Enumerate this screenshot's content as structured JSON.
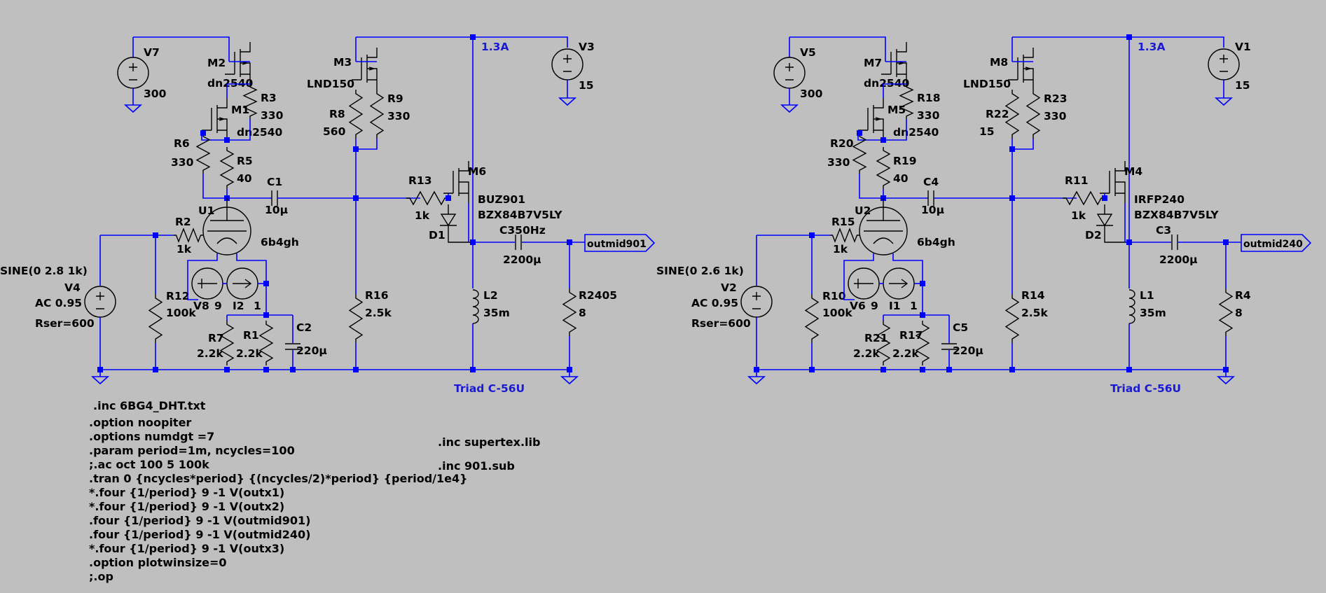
{
  "colors": {
    "background": "#bfbfbf",
    "wire": "#0000ff",
    "component": "#000000",
    "annotation": "#1a1ad2"
  },
  "circuits": [
    {
      "flag_current": "1.3A",
      "transformer": "Triad C-56U",
      "output_label": "outmid901",
      "labels": {
        "V7": "V7",
        "V7_value": "300",
        "M2": "M2",
        "M2_model": "dn2540",
        "R3": "R3",
        "R3_value": "330",
        "M1": "M1",
        "M1_model": "dn2540",
        "R6": "R6",
        "R6_value": "330",
        "R5": "R5",
        "R5_value": "40",
        "M3": "M3",
        "M3_model": "LND150",
        "R8": "R8",
        "R8_value": "560",
        "R9": "R9",
        "R9_value": "330",
        "V3": "V3",
        "V3_value": "15",
        "C1": "C1",
        "C1_value": "10µ",
        "R13": "R13",
        "R13_value": "1k",
        "M6": "M6",
        "M6_model": "BUZ901",
        "D1": "D1",
        "D1_model": "BZX84B7V5LY",
        "C_out": "C350Hz",
        "C_out_value": "2200µ",
        "U1": "U1",
        "U1_model": "6b4gh",
        "R2": "R2",
        "R2_value": "1k",
        "src_value": "SINE(0 2.8 1k)",
        "V4": "V4",
        "ac": "AC 0.95",
        "rser": "Rser=600",
        "R12": "R12",
        "R12_value": "100k",
        "V8": "V8",
        "V8_value": "9",
        "I2": "I2",
        "I2_value": "1",
        "R7": "R7",
        "R7_value": "2.2k",
        "R1": "R1",
        "R1_value": "2.2k",
        "C2": "C2",
        "C2_value": "220µ",
        "R16": "R16",
        "R16_value": "2.5k",
        "L2": "L2",
        "L2_value": "35m",
        "R_load": "R2405",
        "R_load_value": "8"
      }
    },
    {
      "flag_current": "1.3A",
      "transformer": "Triad C-56U",
      "output_label": "outmid240",
      "labels": {
        "V7": "V5",
        "V7_value": "300",
        "M2": "M7",
        "M2_model": "dn2540",
        "R3": "R18",
        "R3_value": "330",
        "M1": "M5",
        "M1_model": "dn2540",
        "R6": "R20",
        "R6_value": "330",
        "R5": "R19",
        "R5_value": "40",
        "M3": "M8",
        "M3_model": "LND150",
        "R8": "R22",
        "R8_value": "15",
        "R9": "R23",
        "R9_value": "330",
        "V3": "V1",
        "V3_value": "15",
        "C1": "C4",
        "C1_value": "10µ",
        "R13": "R11",
        "R13_value": "1k",
        "M6": "M4",
        "M6_model": "IRFP240",
        "D1": "D2",
        "D1_model": "BZX84B7V5LY",
        "C_out": "C3",
        "C_out_value": "2200µ",
        "U1": "U2",
        "U1_model": "6b4gh",
        "R2": "R15",
        "R2_value": "1k",
        "src_value": "SINE(0 2.6 1k)",
        "V4": "V2",
        "ac": "AC 0.95",
        "rser": "Rser=600",
        "R12": "R10",
        "R12_value": "100k",
        "V8": "V6",
        "V8_value": "9",
        "I2": "I1",
        "I2_value": "1",
        "R7": "R21",
        "R7_value": "2.2k",
        "R1": "R17",
        "R1_value": "2.2k",
        "C2": "C5",
        "C2_value": "220µ",
        "R16": "R14",
        "R16_value": "2.5k",
        "L2": "L1",
        "L2_value": "35m",
        "R_load": "R4",
        "R_load_value": "8"
      }
    }
  ],
  "directives": [
    ".inc 6BG4_DHT.txt",
    ".option noopiter",
    ".options numdgt =7",
    ".param period=1m, ncycles=100",
    ";.ac oct 100 5 100k",
    ".tran 0 {ncycles*period} {(ncycles/2)*period} {period/1e4}",
    "*.four {1/period} 9 -1 V(outx1)",
    "*.four {1/period} 9 -1 V(outx2)",
    ".four {1/period} 9 -1 V(outmid901)",
    ".four {1/period} 9 -1 V(outmid240)",
    "*.four {1/period} 9 -1 V(outx3)",
    ".option plotwinsize=0",
    ";.op"
  ],
  "includes": [
    ".inc supertex.lib",
    ".inc 901.sub"
  ]
}
